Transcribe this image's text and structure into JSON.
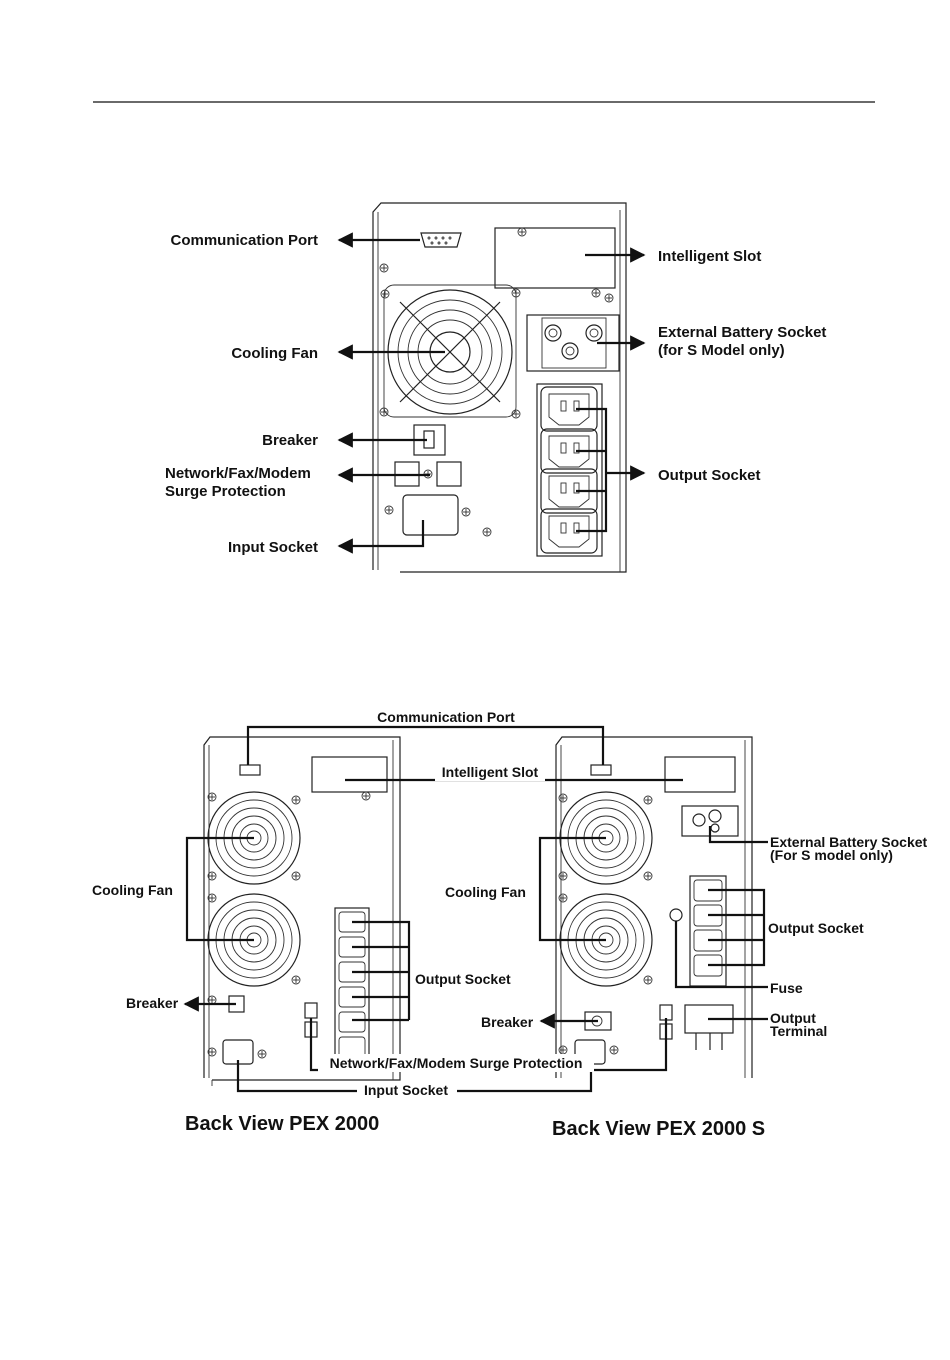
{
  "figure1": {
    "labels": {
      "communication_port": "Communication Port",
      "intelligent_slot": "Intelligent Slot",
      "cooling_fan": "Cooling Fan",
      "external_battery_line1": "External Battery Socket",
      "external_battery_line2": "(for S Model  only)",
      "breaker": "Breaker",
      "surge_line1": "Network/Fax/Modem",
      "surge_line2": "Surge Protection",
      "output_socket": "Output Socket",
      "input_socket": "Input Socket"
    }
  },
  "figure2": {
    "labels": {
      "communication_port": "Communication Port",
      "intelligent_slot": "Intelligent Slot",
      "cooling_fan_left": "Cooling Fan",
      "cooling_fan_right": "Cooling Fan",
      "external_battery_line1": "External Battery Socket",
      "external_battery_line2": "(For S model only)",
      "output_socket_left": "Output Socket",
      "output_socket_right": "Output Socket",
      "breaker_left": "Breaker",
      "breaker_right": "Breaker",
      "fuse": "Fuse",
      "output_terminal_line1": "Output",
      "output_terminal_line2": "Terminal",
      "surge_protection": "Network/Fax/Modem Surge Protection",
      "input_socket": "Input Socket"
    },
    "captions": {
      "left": "Back View PEX 2000",
      "right": "Back View PEX 2000 S"
    }
  }
}
